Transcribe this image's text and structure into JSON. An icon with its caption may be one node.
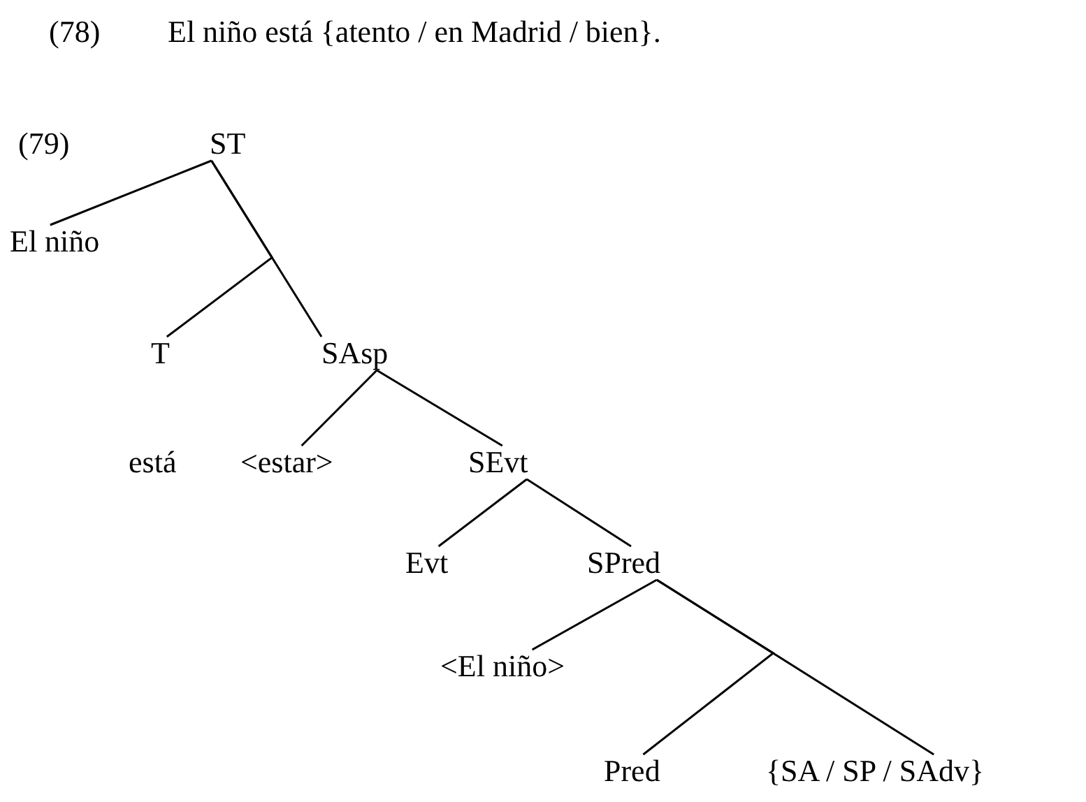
{
  "diagram": {
    "nodes": [
      {
        "text": [
          "ST"
        ]
      },
      {
        "text": [
          "El niño"
        ]
      },
      {
        "text": [
          "T"
        ]
      },
      {
        "text": [
          "SAsp"
        ]
      },
      {
        "text": [
          "<estar>"
        ]
      },
      {
        "text": [
          "SEvt"
        ]
      },
      {
        "text": [
          "Evt"
        ]
      },
      {
        "text": [
          "SPred"
        ]
      },
      {
        "text": [
          "<El niño>"
        ]
      },
      {
        "text": [
          "Pred"
        ]
      },
      {
        "text": [
          "{SA / SP / SAdv}"
        ]
      }
    ],
    "edges": [
      {
        "from": 0,
        "to": 1,
        "arrow": "none"
      },
      {
        "from": 0,
        "to": 2,
        "arrow": "none"
      },
      {
        "from": 0,
        "to": 3,
        "arrow": "none"
      },
      {
        "from": 3,
        "to": 4,
        "arrow": "none"
      },
      {
        "from": 3,
        "to": 5,
        "arrow": "none"
      },
      {
        "from": 5,
        "to": 6,
        "arrow": "none"
      },
      {
        "from": 5,
        "to": 7,
        "arrow": "none"
      },
      {
        "from": 7,
        "to": 8,
        "arrow": "none"
      },
      {
        "from": 7,
        "to": 9,
        "arrow": "none"
      },
      {
        "from": 7,
        "to": 10,
        "arrow": "none"
      }
    ],
    "labels": [
      "(78)",
      "El niño está {atento / en Madrid / bien}.",
      "(79)",
      "está"
    ]
  }
}
